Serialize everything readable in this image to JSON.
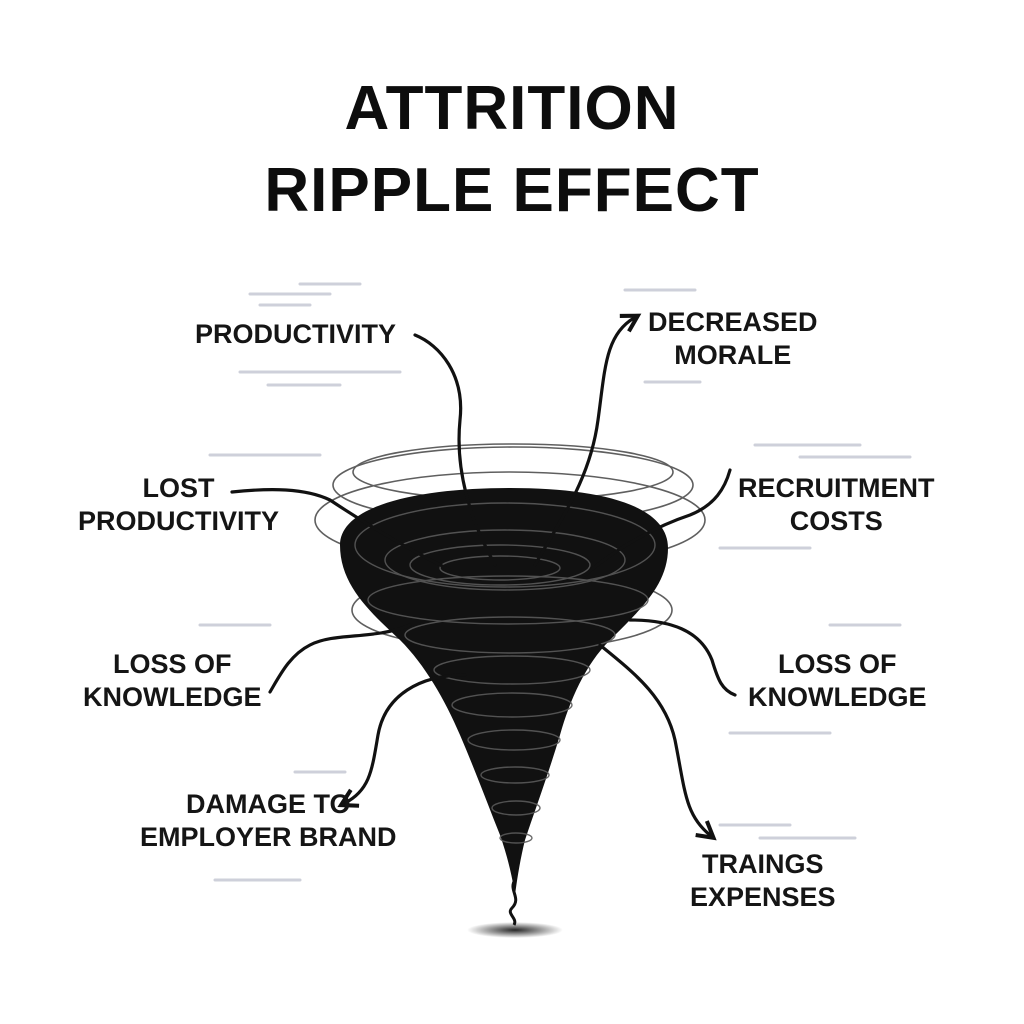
{
  "title": {
    "line1": "ATTRITION",
    "line2": "RIPPLE EFFECT"
  },
  "center_graphic": "tornado-icon",
  "effects": [
    {
      "line1": "PRODUCTIVITY",
      "line2": ""
    },
    {
      "line1": "DECREASED",
      "line2": "MORALE"
    },
    {
      "line1": "LOST",
      "line2": "PRODUCTIVITY"
    },
    {
      "line1": "RECRUITMENT",
      "line2": "COSTS"
    },
    {
      "line1": "LOSS OF",
      "line2": "KNOWLEDGE"
    },
    {
      "line1": "LOSS OF",
      "line2": "KNOWLEDGE"
    },
    {
      "line1": "DAMAGE TO",
      "line2": "EMPLOYER BRAND"
    },
    {
      "line1": "TRAINGS",
      "line2": "EXPENSES"
    }
  ]
}
